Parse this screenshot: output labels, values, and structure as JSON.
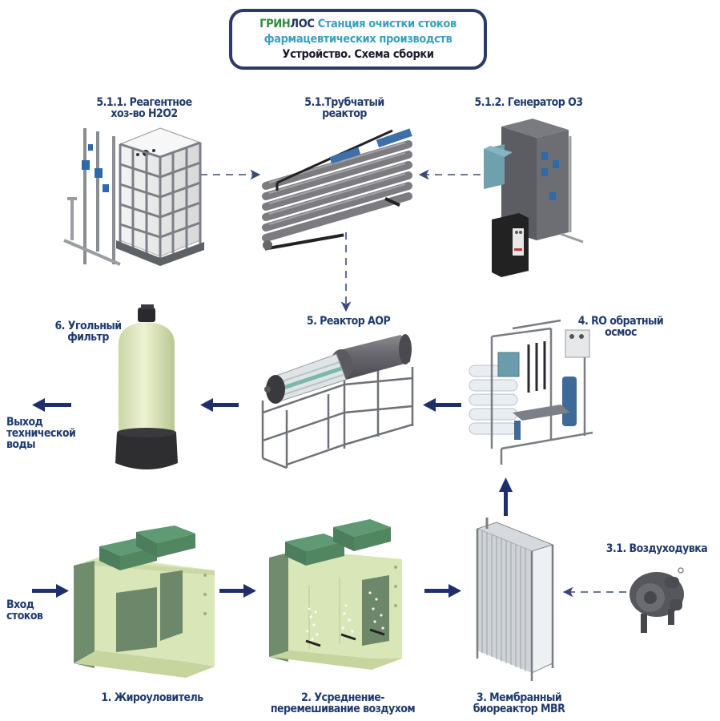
{
  "header": {
    "brand_green": "ГРИН",
    "brand_dark": "ЛОС",
    "line1_rest": " Станция очистки стоков",
    "line2": "фармацевтических производств",
    "line3": "Устройство. Схема сборки"
  },
  "colors": {
    "border": "#2b3a6e",
    "brand_green": "#2e8b3e",
    "teal_text": "#3aa0c0",
    "label_text": "#1f3a6e",
    "arrow": "#1f2f6a",
    "tank_light": "#d9e6b8",
    "tank_dark": "#6e8a6b",
    "lid_green": "#4f8f6a"
  },
  "components": [
    {
      "id": "reagent",
      "label_1": "5.1.1. Реагентное",
      "label_2": "хоз-во H2O2"
    },
    {
      "id": "tube-reactor",
      "label_1": "5.1.Трубчатый",
      "label_2": "реактор"
    },
    {
      "id": "ozone-generator",
      "label_1": "5.1.2. Генератор O3"
    },
    {
      "id": "carbon-filter",
      "label_1": "6. Угольный",
      "label_2": "фильтр"
    },
    {
      "id": "aop-reactor",
      "label_1": "5. Реактор AOP"
    },
    {
      "id": "ro",
      "label_1": "4. RO обратный",
      "label_2": "осмос"
    },
    {
      "id": "grease-trap",
      "label_1": "1. Жироуловитель"
    },
    {
      "id": "equalization",
      "label_1": "2. Усреднение-",
      "label_2": "перемешивание воздухом"
    },
    {
      "id": "mbr",
      "label_1": "3. Мембранный",
      "label_2": "биореактор MBR"
    },
    {
      "id": "blower",
      "label_1": "3.1. Воздуходувка"
    }
  ],
  "io": {
    "output_1": "Выход",
    "output_2": "технической",
    "output_3": "воды",
    "input_1": "Вход",
    "input_2": "стоков"
  }
}
